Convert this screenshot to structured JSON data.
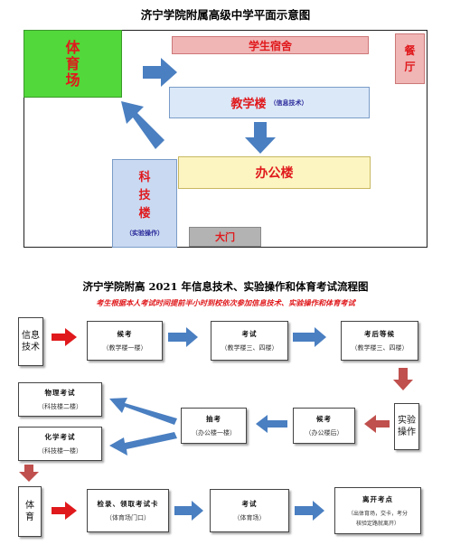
{
  "map": {
    "title": "济宁学院附属高级中学平面示意图",
    "gym": [
      "体",
      "育",
      "场"
    ],
    "dorm": "学生宿舍",
    "canteen": [
      "餐",
      "厅"
    ],
    "teaching": "教学楼",
    "teaching_note": "（信息技术）",
    "office": "办公楼",
    "science": [
      "科",
      "技",
      "楼"
    ],
    "science_note": "（实验操作）",
    "gate": "大门"
  },
  "flow": {
    "title": "济宁学院附高 2021 年信息技术、实验操作和体育考试流程图",
    "subtitle": "考生根据本人考试时间提前半小时到校依次参加信息技术、实验操作和体育考试",
    "it_label": [
      "信息",
      "技术"
    ],
    "lab_label": [
      "实验",
      "操作"
    ],
    "pe_label": [
      "体",
      "育"
    ],
    "row1": [
      {
        "t": "候考",
        "s": "（教学楼一楼）"
      },
      {
        "t": "考试",
        "s": "（教学楼三、四楼）"
      },
      {
        "t": "考后等候",
        "s": "（教学楼三、四楼）"
      }
    ],
    "row2_left": [
      {
        "t": "物理考试",
        "s": "（科技楼二楼）"
      },
      {
        "t": "化学考试",
        "s": "（科技楼一楼）"
      }
    ],
    "row2": [
      {
        "t": "抽考",
        "s": "（办公楼一楼）"
      },
      {
        "t": "候考",
        "s": "（办公楼后）"
      }
    ],
    "row3": [
      {
        "t": "检录、领取考试卡",
        "s": "（体育场门口）"
      },
      {
        "t": "考试",
        "s": "（体育场）"
      },
      {
        "t": "离开考点",
        "s1": "（出体育场，交卡，考分",
        "s2": "核验定路就离开）"
      }
    ]
  },
  "colors": {
    "red_arrow": "#e0191c",
    "blue_arrow": "#4a7fc1",
    "brown_arrow": "#c0504d",
    "gym_fill": "#52d83a",
    "dorm_fill": "#f0b6b6",
    "teaching_fill": "#dbe8f8",
    "office_fill": "#fcf5c2",
    "science_fill": "#c9d9f1",
    "gate_fill": "#b3b3b3"
  }
}
